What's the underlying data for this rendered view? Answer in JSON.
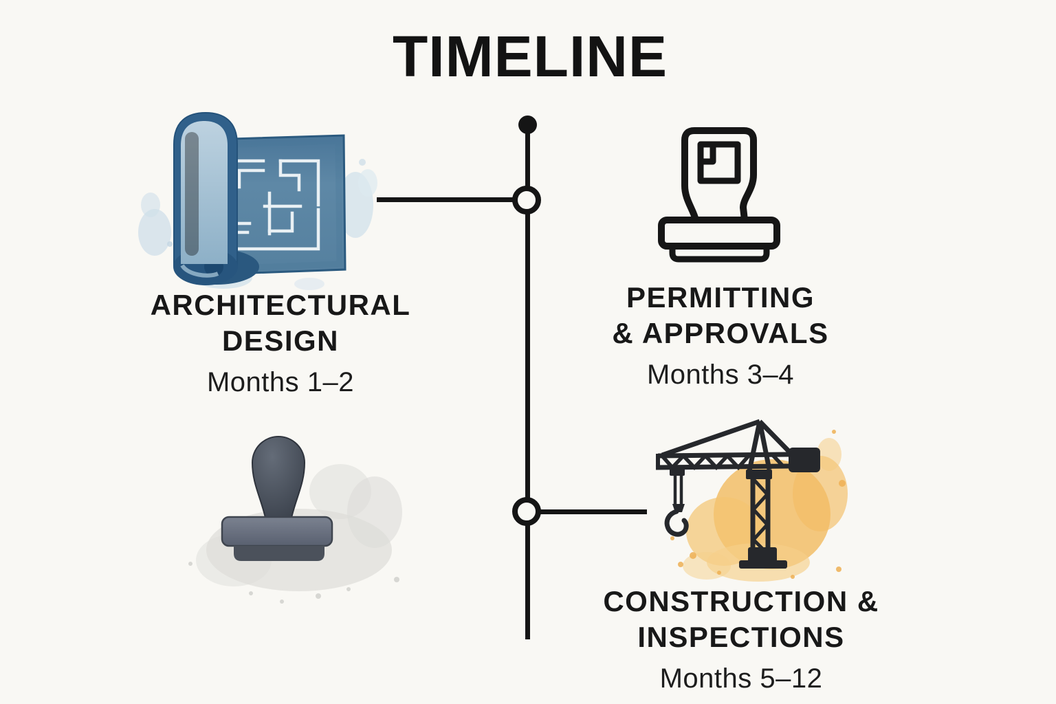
{
  "title": "TIMELINE",
  "colors": {
    "background": "#f9f8f4",
    "timeline_line": "#151515",
    "text": "#161616",
    "blueprint_blue": "#5e88a6",
    "blueprint_splash_blue": "#cfdfe9",
    "crane_dark": "#26282c",
    "crane_splash_amber": "#f1ba5f",
    "stamp_watercolor_gray": "#6a7280",
    "outline_icon_black": "#161616"
  },
  "timeline": {
    "orientation": "vertical",
    "start_marker": "filled-dot",
    "node_count": 2
  },
  "phases": [
    {
      "name": "architectural-design",
      "title_line1": "ARCHITECTURAL",
      "title_line2": "DESIGN",
      "months": "Months 1–2",
      "icon": "blueprint-roll-icon",
      "side": "left"
    },
    {
      "name": "permitting-approvals",
      "title_line1": "PERMITTING",
      "title_line2": "& APPROVALS",
      "months": "Months 3–4",
      "icon": "rubber-stamp-outline-icon",
      "side": "right"
    },
    {
      "name": "construction-inspections",
      "title_line1": "CONSTRUCTION &",
      "title_line2": "INSPECTIONS",
      "months": "Months 5–12",
      "icon": "tower-crane-icon",
      "side": "right"
    }
  ],
  "decorations": [
    {
      "name": "rubber-stamp-watercolor-illustration",
      "position": "bottom-left"
    }
  ]
}
